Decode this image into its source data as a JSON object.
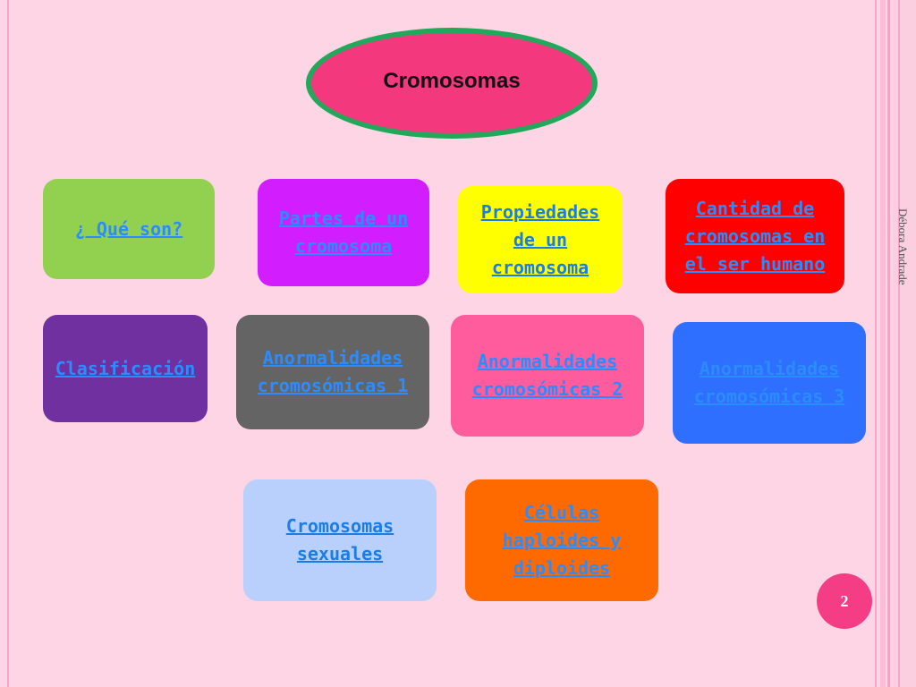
{
  "slide": {
    "title": "Cromosomas",
    "watermark": "Débora Andrade",
    "page_number": "2"
  },
  "colors": {
    "background": "#fdd5e4",
    "title_fill": "#f4387e",
    "title_border": "#22a85a",
    "link": "#2b8cff"
  },
  "links": [
    {
      "label": "¿ Qué son?",
      "color": "#92d050"
    },
    {
      "label": "Partes de un cromosoma",
      "color": "#d21dff"
    },
    {
      "label": "Propiedades de un cromosoma",
      "color": "#ffff00"
    },
    {
      "label": "Cantidad de cromosomas en el ser humano",
      "color": "#ff0000"
    },
    {
      "label": "Clasificación",
      "color": "#7030a0"
    },
    {
      "label": "Anormalidades cromosómicas 1",
      "color": "#646464"
    },
    {
      "label": "Anormalidades cromosómicas 2",
      "color": "#ff5c9d"
    },
    {
      "label": "Anormalidades cromosómicas 3",
      "color": "#2f6fff"
    },
    {
      "label": "Cromosomas sexuales",
      "color": "#b9cffc"
    },
    {
      "label": "Células haploides y diploides",
      "color": "#ff6a00"
    }
  ]
}
